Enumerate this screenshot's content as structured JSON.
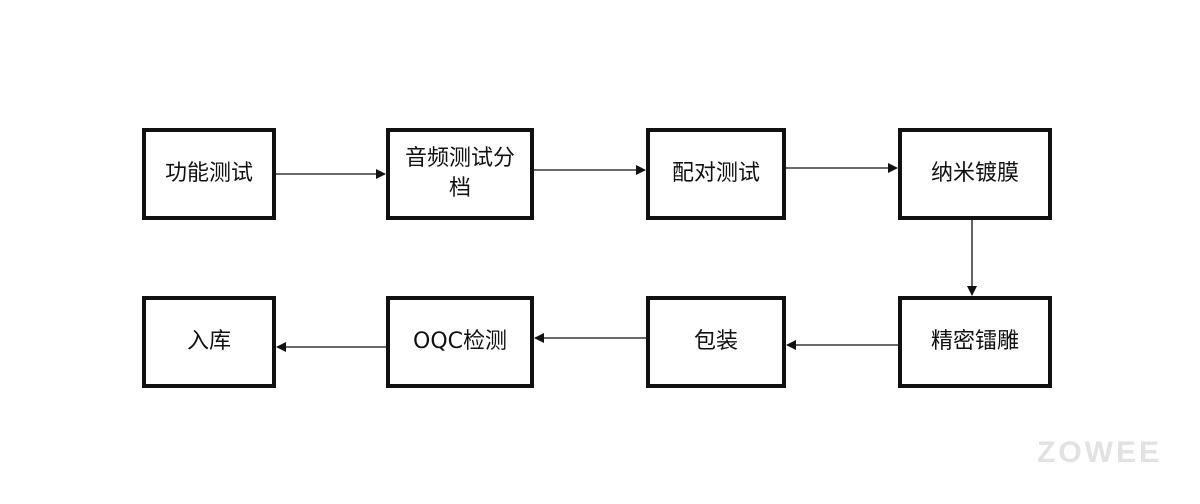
{
  "steps": {
    "s1": "功能测试",
    "s2": "音频测试分档",
    "s3": "配对测试",
    "s4": "纳米镀膜",
    "s5": "精密镭雕",
    "s6": "包装",
    "s7": "OQC检测",
    "s8": "入库"
  },
  "brand": {
    "logo_text": "ZOWEE",
    "logo_color": "#e2e2e2"
  },
  "colors": {
    "line": "#111111",
    "background": "#ffffff"
  }
}
